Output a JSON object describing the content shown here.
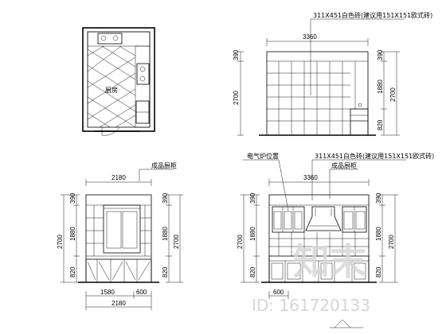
{
  "plan": {
    "room_label": "厨房"
  },
  "elev_a": {
    "note": "311X451白色砖(建议用151X151欧式砖)",
    "width_dim": "3360",
    "dims_left": [
      "390",
      "2700"
    ],
    "dims_right": [
      "390",
      "1880",
      "2700",
      "820"
    ]
  },
  "elev_b": {
    "note": "成品厨柜",
    "width_dim": "2180",
    "dims_left": [
      "390",
      "1880",
      "2700",
      "820"
    ],
    "dims_right": [
      "390",
      "1880",
      "2700",
      "820"
    ],
    "bottom_dims": [
      "1580",
      "600"
    ],
    "bottom_total": "2180"
  },
  "elev_c": {
    "note_left": "电气炉位置",
    "note_right": "311X451白色砖(建议用151X151欧式砖)",
    "note_cabinet": "成品厨柜",
    "width_dim": "3360",
    "dims_left": [
      "390",
      "1880",
      "2700",
      "820"
    ],
    "dims_right": [
      "390",
      "1880",
      "2700",
      "820"
    ],
    "bottom_dims": [
      "600"
    ]
  },
  "watermark": {
    "logo": "知末",
    "id_text": "ID: 161720133"
  }
}
